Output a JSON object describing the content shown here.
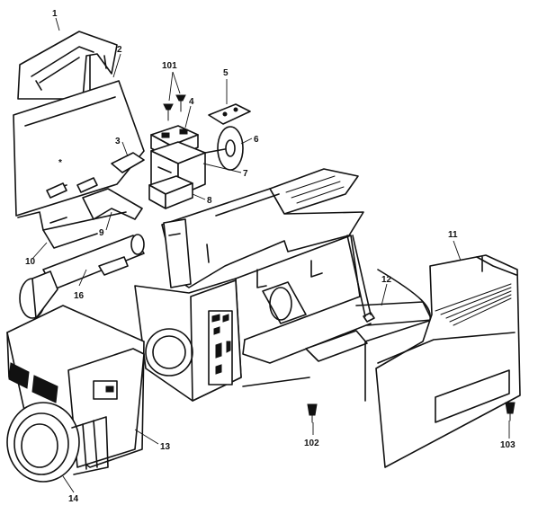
{
  "callouts": [
    {
      "id": "1",
      "text": "1"
    },
    {
      "id": "2",
      "text": "2"
    },
    {
      "id": "3",
      "text": "3"
    },
    {
      "id": "4",
      "text": "4"
    },
    {
      "id": "5",
      "text": "5"
    },
    {
      "id": "6",
      "text": "6"
    },
    {
      "id": "7",
      "text": "7"
    },
    {
      "id": "8",
      "text": "8"
    },
    {
      "id": "9",
      "text": "9"
    },
    {
      "id": "10",
      "text": "10"
    },
    {
      "id": "11",
      "text": "11"
    },
    {
      "id": "12",
      "text": "12"
    },
    {
      "id": "13",
      "text": "13"
    },
    {
      "id": "14",
      "text": "14"
    },
    {
      "id": "16",
      "text": "16"
    },
    {
      "id": "101",
      "text": "101"
    },
    {
      "id": "102",
      "text": "102"
    },
    {
      "id": "103",
      "text": "103"
    }
  ]
}
